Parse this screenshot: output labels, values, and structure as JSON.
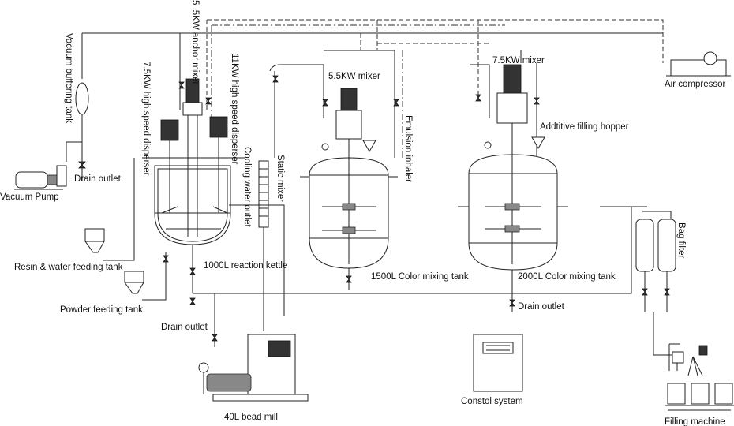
{
  "diagram": {
    "labels": {
      "vacuum_buffering_tank": "Vacuum buffering tank",
      "vacuum_pump": "Vacuum Pump",
      "drain_outlet_1": "Drain outlet",
      "drain_outlet_2": "Drain outlet",
      "drain_outlet_3": "Drain outlet",
      "high_speed_disperser_75": "7.5KW high speed disperser",
      "anchor_mixer": "5 .5KW anchor mixer",
      "high_speed_disperser_11": "11KW high speed disperser",
      "cooling_water_outlet": "Cooling water outlet",
      "static_mixer": "Static mixer",
      "emulsion_inhaler": "Emulsion inhaler",
      "mixer_55": "5.5KW mixer",
      "mixer_75": "7.5KW mixer",
      "additive_hopper": "Addtitive filling hopper",
      "air_compressor": "Air compressor",
      "bag_filter": "Bag filter",
      "reaction_kettle": "1000L reaction kettle",
      "color_tank_1500": "1500L Color mixing tank",
      "color_tank_2000": "2000L Color mixing tank",
      "resin_tank": "Resin & water feeding tank",
      "powder_tank": "Powder feeding tank",
      "bead_mill": "40L bead mill",
      "control_system": "Constol system",
      "filling_machine": "Filling machine"
    }
  }
}
